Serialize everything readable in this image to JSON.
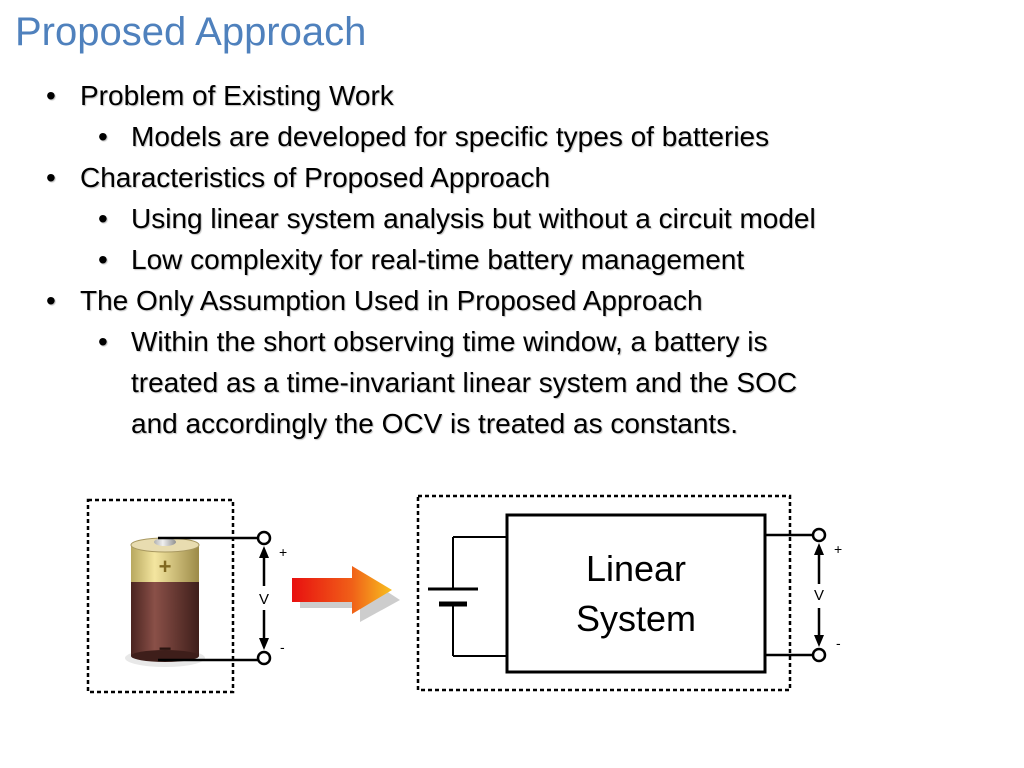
{
  "slide": {
    "title": "Proposed Approach",
    "bullets": {
      "b1": "Problem of Existing Work",
      "b1_1": "Models are developed for specific types of batteries",
      "b2": "Characteristics of Proposed Approach",
      "b2_1": "Using linear system analysis but without a circuit model",
      "b2_2": "Low complexity for real-time battery management",
      "b3": "The Only Assumption Used in Proposed Approach",
      "b3_1_line1": "Within the short observing time window, a battery is",
      "b3_1_line2": "treated as a time-invariant linear system and the SOC",
      "b3_1_line3": "and accordingly the OCV is treated as constants."
    },
    "bullet_glyph": "•"
  },
  "diagram": {
    "battery_plus": "+",
    "battery_minus": "−",
    "left_plus": "+",
    "left_v": "V",
    "left_minus": "-",
    "box_line1": "Linear",
    "box_line2": "System",
    "right_plus": "+",
    "right_v": "V",
    "right_minus": "-",
    "colors": {
      "title": "#4f81bd",
      "battery_top": "#e8d78a",
      "battery_body": "#6b3a32",
      "arrow_start": "#e81010",
      "arrow_end": "#f8c020"
    }
  }
}
